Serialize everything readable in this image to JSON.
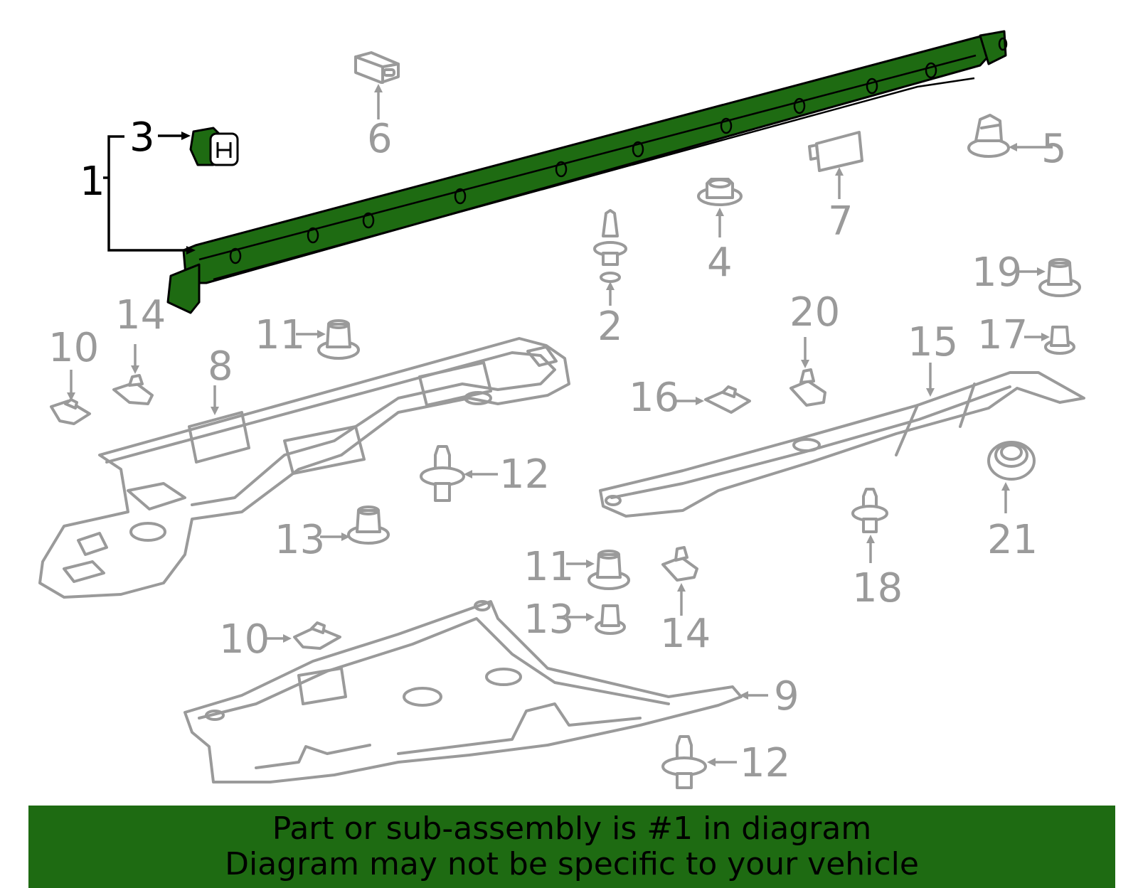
{
  "colors": {
    "highlight": "#1e6b12",
    "muted": "#9a9a9a",
    "active": "#000000",
    "banner_bg": "#1e6b12"
  },
  "callouts": {
    "c1": "1",
    "c2": "2",
    "c3": "3",
    "c4": "4",
    "c5": "5",
    "c6": "6",
    "c7": "7",
    "c8": "8",
    "c9": "9",
    "c10a": "10",
    "c10b": "10",
    "c11a": "11",
    "c11b": "11",
    "c12a": "12",
    "c12b": "12",
    "c13a": "13",
    "c13b": "13",
    "c14a": "14",
    "c14b": "14",
    "c15": "15",
    "c16": "16",
    "c17": "17",
    "c18": "18",
    "c19": "19",
    "c20": "20",
    "c21": "21"
  },
  "banner": {
    "line1": "Part or sub-assembly is #1 in diagram",
    "line2": "Diagram may not be specific to your vehicle"
  },
  "highlighted_parts": [
    "1",
    "3"
  ]
}
